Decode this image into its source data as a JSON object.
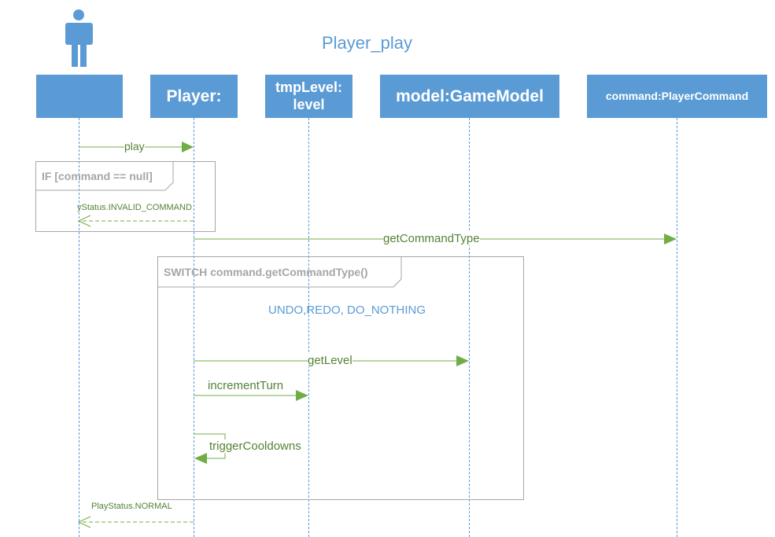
{
  "title": "Player_play",
  "colors": {
    "lifeline": "#5b9bd5",
    "message": "#70ad47",
    "message_text": "#548235",
    "frame": "#a6a6a6"
  },
  "actor_icon": "person-icon",
  "lifelines": [
    {
      "name": ""
    },
    {
      "name": "Player:"
    },
    {
      "name": "tmpLevel:\nlevel"
    },
    {
      "name": "model:GameModel"
    },
    {
      "name": "command:PlayerCommand"
    }
  ],
  "fragments": {
    "if": "IF [command == null]",
    "switch": "SWITCH  command.getCommandType()"
  },
  "case_note": "UNDO,REDO, DO_NOTHING",
  "messages": [
    {
      "label": "play"
    },
    {
      "label": "yStatus.INVALID_COMMAND"
    },
    {
      "label": "getCommandType"
    },
    {
      "label": "getLevel"
    },
    {
      "label": "incrementTurn"
    },
    {
      "label": "triggerCooldowns"
    },
    {
      "label": "PlayStatus.NORMAL"
    }
  ]
}
